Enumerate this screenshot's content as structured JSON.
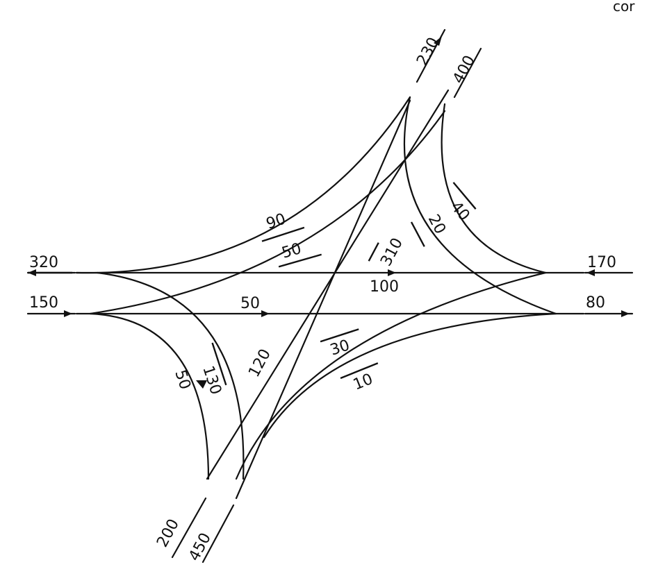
{
  "corner_text": "cor",
  "flows": {
    "west_out": "320",
    "west_in": "150",
    "east_in": "170",
    "east_out": "80",
    "ne_out": "230",
    "ne_in": "400",
    "sw_out": "200",
    "sw_in": "450",
    "w_to_ne": "90",
    "w_to_e_upper": "50",
    "through_e_to_w": "100",
    "through_w_to_e": "50",
    "sw_to_ne": "310",
    "ne_to_sw": "120",
    "e_to_ne": "40",
    "ne_to_e": "20",
    "e_to_sw_upper": "30",
    "sw_to_e": "10",
    "w_to_sw": "130",
    "sw_to_w": "50"
  },
  "colors": {
    "ink": "#111111",
    "background": "#ffffff"
  }
}
